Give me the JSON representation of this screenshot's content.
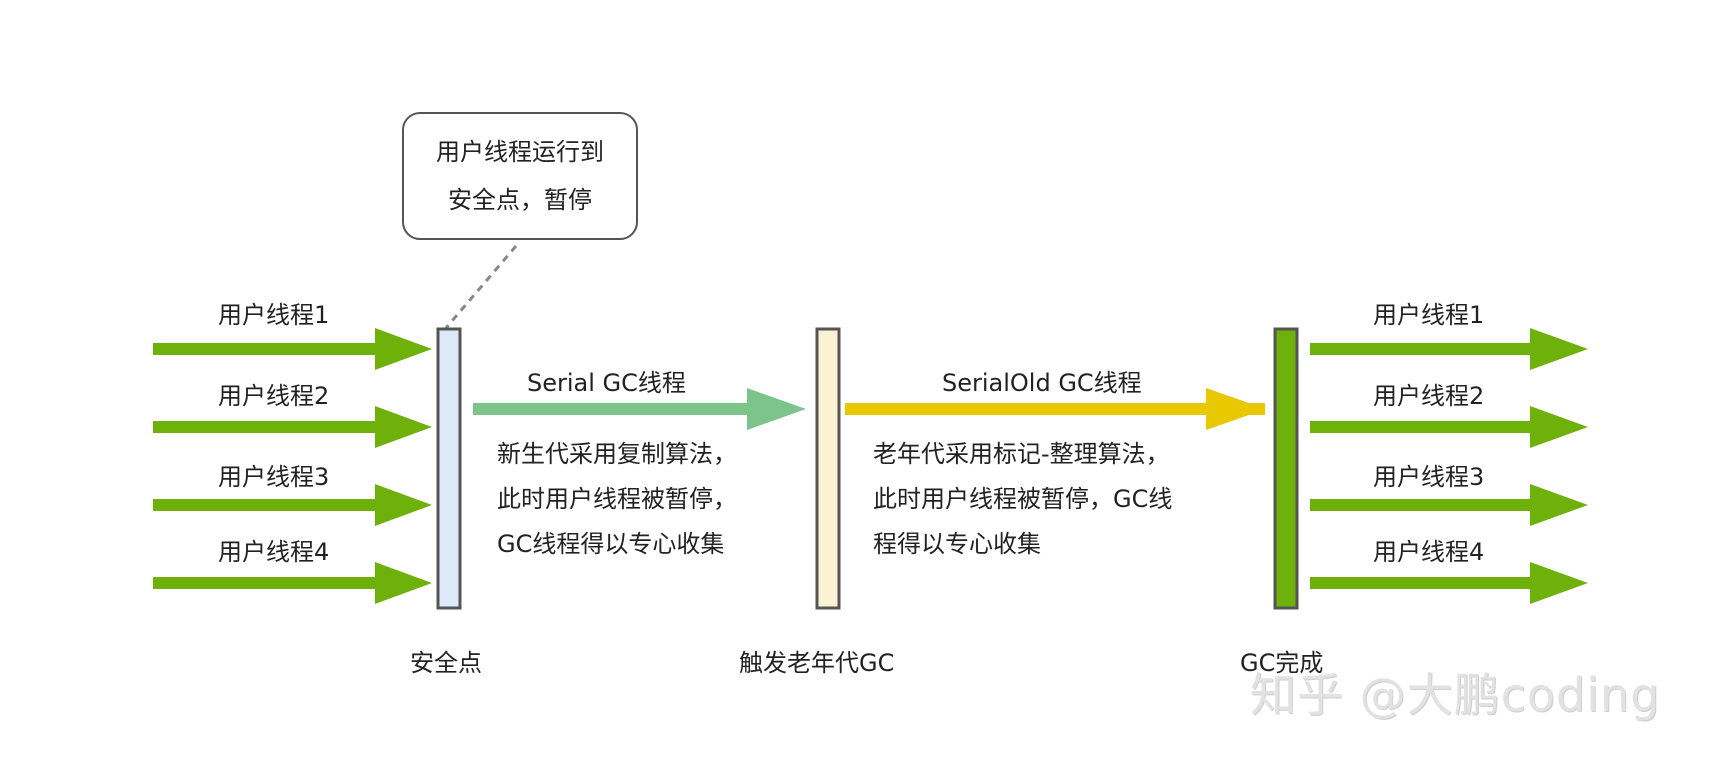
{
  "callout": {
    "line1": "用户线程运行到",
    "line2": "安全点，暂停"
  },
  "left_threads": [
    "用户线程1",
    "用户线程2",
    "用户线程3",
    "用户线程4"
  ],
  "right_threads": [
    "用户线程1",
    "用户线程2",
    "用户线程3",
    "用户线程4"
  ],
  "stage1": {
    "arrow_label": "Serial GC线程",
    "description": [
      "新生代采用复制算法，",
      "此时用户线程被暂停，",
      "GC线程得以专心收集"
    ]
  },
  "stage2": {
    "arrow_label": "SerialOld GC线程",
    "description": [
      "老年代采用标记-整理算法，",
      "此时用户线程被暂停，GC线",
      "程得以专心收集"
    ]
  },
  "bar_labels": {
    "safepoint": "安全点",
    "old_gen_trigger": "触发老年代GC",
    "gc_done": "GC完成"
  },
  "watermark": "知乎 @大鹏coding",
  "colors": {
    "thread_arrow": "#6db10a",
    "serial_arrow": "#7cc48a",
    "serial_old_arrow": "#e8c800",
    "bar_border": "#555555",
    "safepoint_bar_fill": "#dde9f9",
    "trigger_bar_fill": "#fbf1d3",
    "done_bar_fill": "#6db10a",
    "callout_border": "#555555",
    "leader_line": "#888888"
  }
}
